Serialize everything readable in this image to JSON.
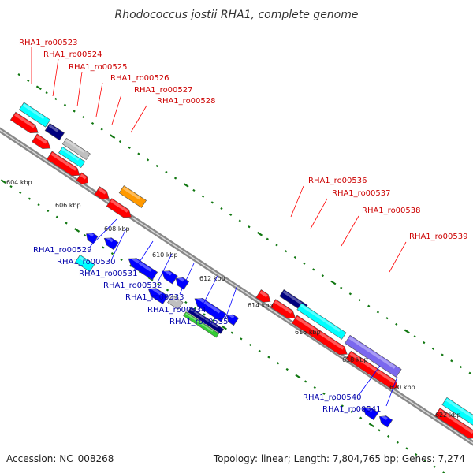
{
  "title": "Rhodococcus jostii RHA1, complete genome",
  "footer": {
    "accession": "Accession: NC_008268",
    "stats": "Topology: linear; Length: 7,804,765 bp; Genes: 7,274"
  },
  "colors": {
    "forward_label": "#cc0000",
    "reverse_label": "#0000aa",
    "red": "#ff0000",
    "blue": "#0000ff",
    "navy": "#000080",
    "cyan": "#00ffff",
    "gray": "#c0c0c0",
    "orange": "#ff9900",
    "green": "#33cc33",
    "purple": "#7b68ee",
    "ticks": "#117711"
  },
  "kbp_labels": [
    "604 kbp",
    "606 kbp",
    "608 kbp",
    "610 kbp",
    "612 kbp",
    "614 kbp",
    "616 kbp",
    "618 kbp",
    "620 kbp",
    "622 kbp"
  ],
  "forward_genes": [
    "RHA1_ro00523",
    "RHA1_ro00524",
    "RHA1_ro00525",
    "RHA1_ro00526",
    "RHA1_ro00527",
    "RHA1_ro00528",
    "RHA1_ro00536",
    "RHA1_ro00537",
    "RHA1_ro00538",
    "RHA1_ro00539"
  ],
  "reverse_genes": [
    "RHA1_ro00529",
    "RHA1_ro00530",
    "RHA1_ro00531",
    "RHA1_ro00532",
    "RHA1_ro00533",
    "RHA1_ro00534",
    "RHA1_ro00535",
    "RHA1_ro00540",
    "RHA1_ro00541"
  ]
}
